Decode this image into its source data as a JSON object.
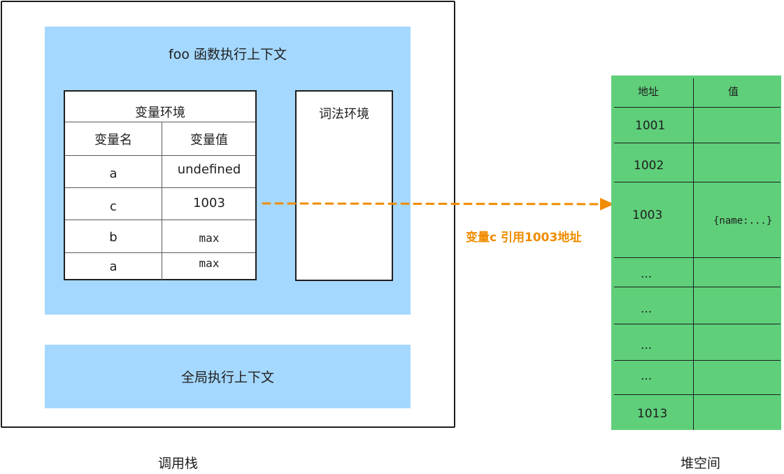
{
  "call_stack": {
    "label": "调用栈",
    "foo_context": {
      "title": "foo 函数执行上下文",
      "variable_environment": {
        "title": "变量环境",
        "headers": [
          "变量名",
          "变量值"
        ],
        "rows": [
          {
            "name": "a",
            "value": "undefined"
          },
          {
            "name": "c",
            "value": "1003"
          },
          {
            "name": "b",
            "value": "max"
          },
          {
            "name": "a",
            "value": "max"
          }
        ]
      },
      "lexical_environment": {
        "title": "词法环境"
      }
    },
    "global_context": {
      "title": "全局执行上下文"
    }
  },
  "reference": {
    "label": "变量c 引用1003地址",
    "color": "#f08c00"
  },
  "heap": {
    "label": "堆空间",
    "color": "#5fcf7a",
    "headers": [
      "地址",
      "值"
    ],
    "rows": [
      {
        "address": "1001",
        "value": ""
      },
      {
        "address": "1002",
        "value": ""
      },
      {
        "address": "1003",
        "value": "{name:...}"
      },
      {
        "address": "...",
        "value": ""
      },
      {
        "address": "...",
        "value": ""
      },
      {
        "address": "...",
        "value": ""
      },
      {
        "address": "...",
        "value": ""
      },
      {
        "address": "1013",
        "value": ""
      }
    ]
  },
  "colors": {
    "context_fill": "#a5d8ff",
    "stroke": "#1e1e1e"
  }
}
